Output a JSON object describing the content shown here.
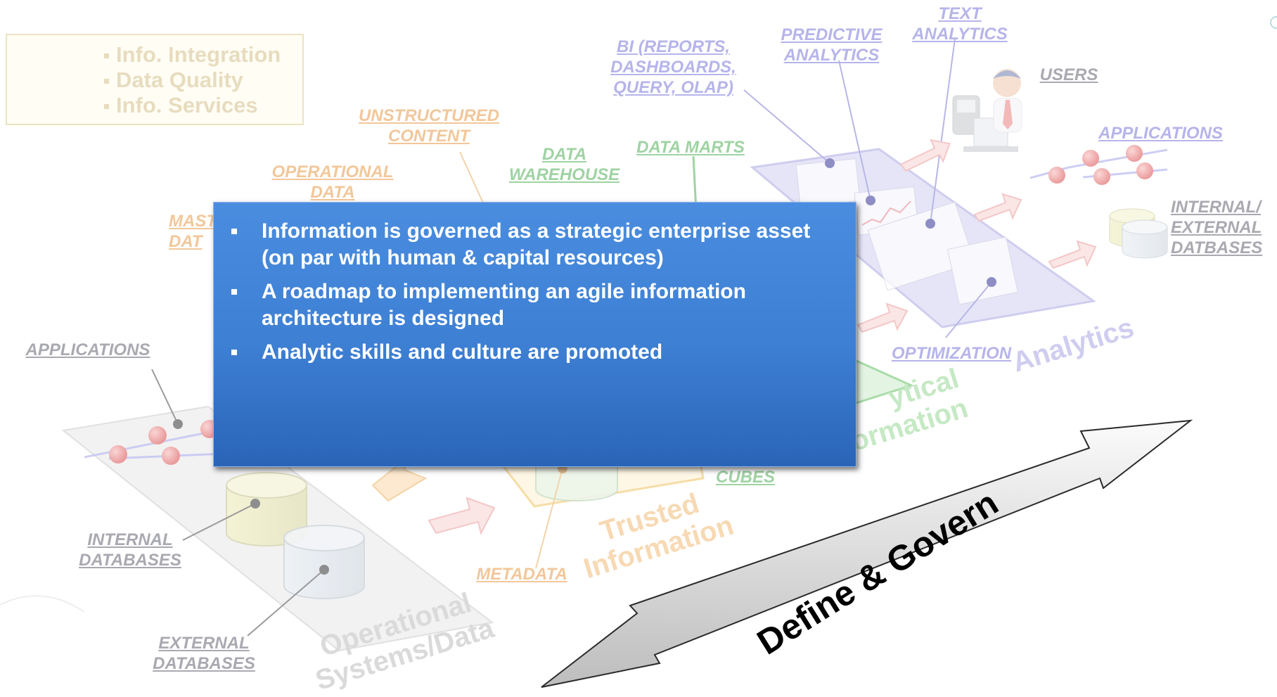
{
  "legend": {
    "items": [
      "Info. Integration",
      "Data Quality",
      "Info. Services"
    ]
  },
  "labels": {
    "text_analytics": "TEXT\nANALYTICS",
    "predictive_analytics": "PREDICTIVE\nANALYTICS",
    "bi": "BI (REPORTS,\nDASHBOARDS,\nQUERY, OLAP)",
    "users": "USERS",
    "unstructured_content": "UNSTRUCTURED\nCONTENT",
    "data_marts": "DATA MARTS",
    "data_warehouse": "DATA\nWAREHOUSE",
    "applications_right": "APPLICATIONS",
    "operational_data": "OPERATIONAL\nDATA",
    "master_data_partial": "MAST\nDAT",
    "internal_external_databases": "INTERNAL/\nEXTERNAL\nDATBASES",
    "applications_left": "APPLICATIONS",
    "optimization": "OPTIMIZATION",
    "cubes": "CUBES",
    "internal_databases": "INTERNAL\nDATABASES",
    "metadata": "METADATA",
    "external_databases": "EXTERNAL\nDATABASES"
  },
  "layers": {
    "analytics": "Analytics",
    "analytical_information": "Analytical\nInformation",
    "analytical_information_visible": "ytical\nInformation",
    "trusted_information": "Trusted\nInformation",
    "operational": "Operational\nSystems/Data"
  },
  "callout": {
    "bullets": [
      "Information is governed as a strategic enterprise asset (on par with human & capital resources)",
      "A roadmap to implementing an agile information architecture is designed",
      "Analytic skills and culture are promoted"
    ]
  },
  "arrow_label": "Define & Govern"
}
